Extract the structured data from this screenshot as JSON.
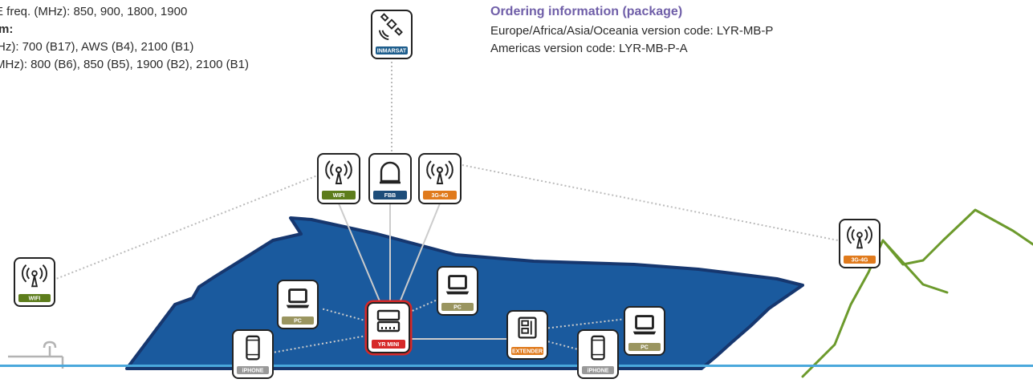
{
  "specs": {
    "line1": "E freq. (MHz): 850, 900, 1800, 1900",
    "line2": "m:",
    "line3": "Hz): 700 (B17), AWS (B4), 2100 (B1)",
    "line4": "MHz): 800 (B6), 850 (B5), 1900 (B2), 2100 (B1)"
  },
  "ordering": {
    "title": "Ordering information (package)",
    "line1": "Europe/Africa/Asia/Oceania version code: LYR-MB-P",
    "line2": "Americas version code: LYR-MB-P-A"
  },
  "nodes": {
    "inmarsat": "INMARSAT",
    "wifi_top": "WIFI",
    "fbb": "FBB",
    "cell_top": "3G-4G",
    "wifi_shore": "WIFI",
    "cell_mountain": "3G-4G",
    "pc_left": "PC",
    "pc_center": "PC",
    "pc_right": "PC",
    "iphone_left": "iPHONE",
    "iphone_right": "iPHONE",
    "yr_mini": "YR MINI",
    "extender": "EXTENDER"
  },
  "colors": {
    "ship": "#1a5a9e",
    "ship_outline": "#16376f",
    "inmarsat_band": "#1d5d8c",
    "wifi_band": "#5d7d1c",
    "fbb_band": "#1d4d7a",
    "cell_band": "#e07a1c",
    "device_band": "#9a9560",
    "iphone_band": "#999999",
    "router_band": "#d62828",
    "extender_band": "#e07a1c",
    "mountain": "#6c9a2c",
    "title": "#6f5ea8"
  }
}
